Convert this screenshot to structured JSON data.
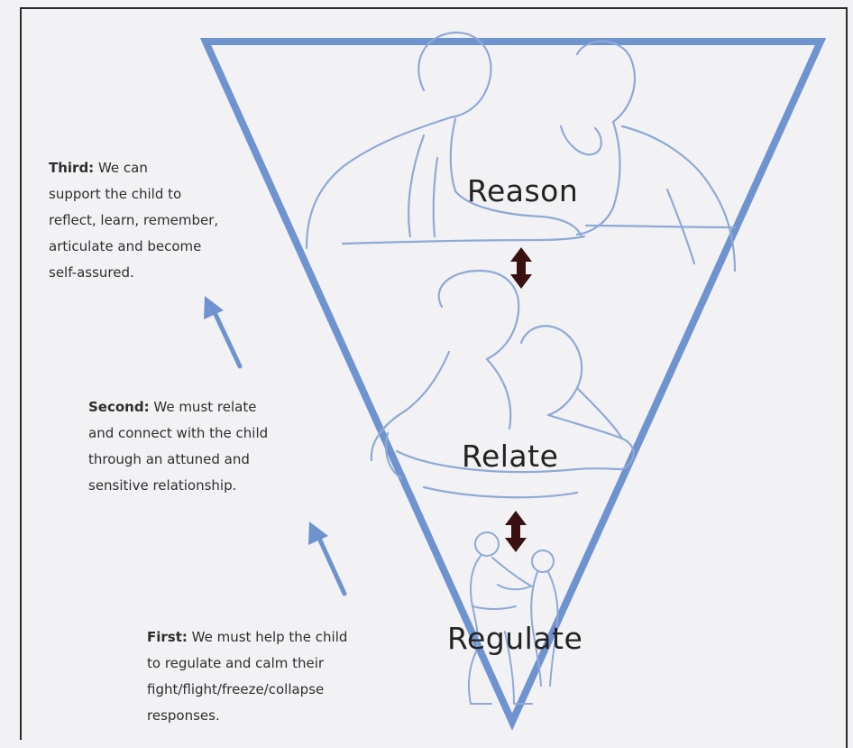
{
  "levels": {
    "reason": "Reason",
    "relate": "Relate",
    "regulate": "Regulate"
  },
  "steps": {
    "third": {
      "heading": "Third:",
      "lines": [
        "We can",
        "support the child to",
        "reflect, learn, remember,",
        "articulate and become",
        "self-assured."
      ]
    },
    "second": {
      "heading": "Second:",
      "lines": [
        "We must relate",
        "and connect with the child",
        "through an attuned and",
        "sensitive relationship."
      ]
    },
    "first": {
      "heading": "First:",
      "lines": [
        "We must help the child",
        "to regulate and calm their",
        "fight/flight/freeze/collapse",
        "responses."
      ]
    }
  },
  "colors": {
    "triangle": "#6f93cf",
    "figures": "#8fa9d6",
    "arrow": "#6f93cf",
    "double_arrow": "#3a1010"
  }
}
